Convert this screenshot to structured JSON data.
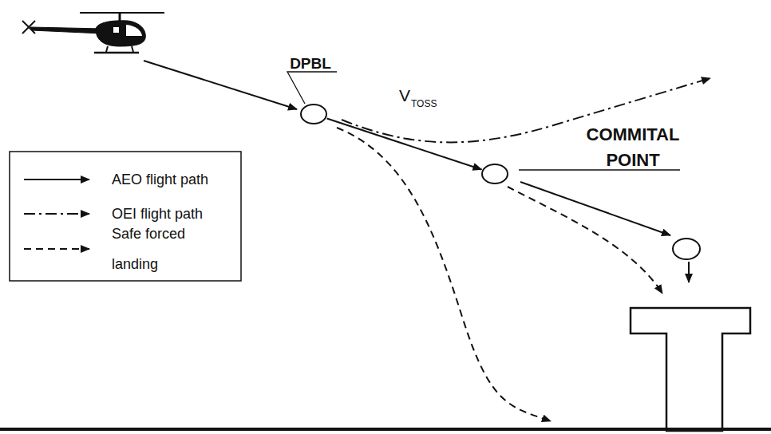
{
  "diagram": {
    "nodes": [
      {
        "text": [
          "DPBL"
        ]
      },
      {
        "text": [
          "COMMITAL POINT"
        ]
      }
    ],
    "edges": [
      {
        "from": 0,
        "to": 1,
        "arrow": "to"
      }
    ],
    "labels": [
      "V",
      "TOSS"
    ],
    "legend": [
      {
        "text": "AEO flight path"
      },
      {
        "text": "OEI flight path"
      },
      {
        "text": "Safe forced landing"
      }
    ]
  }
}
